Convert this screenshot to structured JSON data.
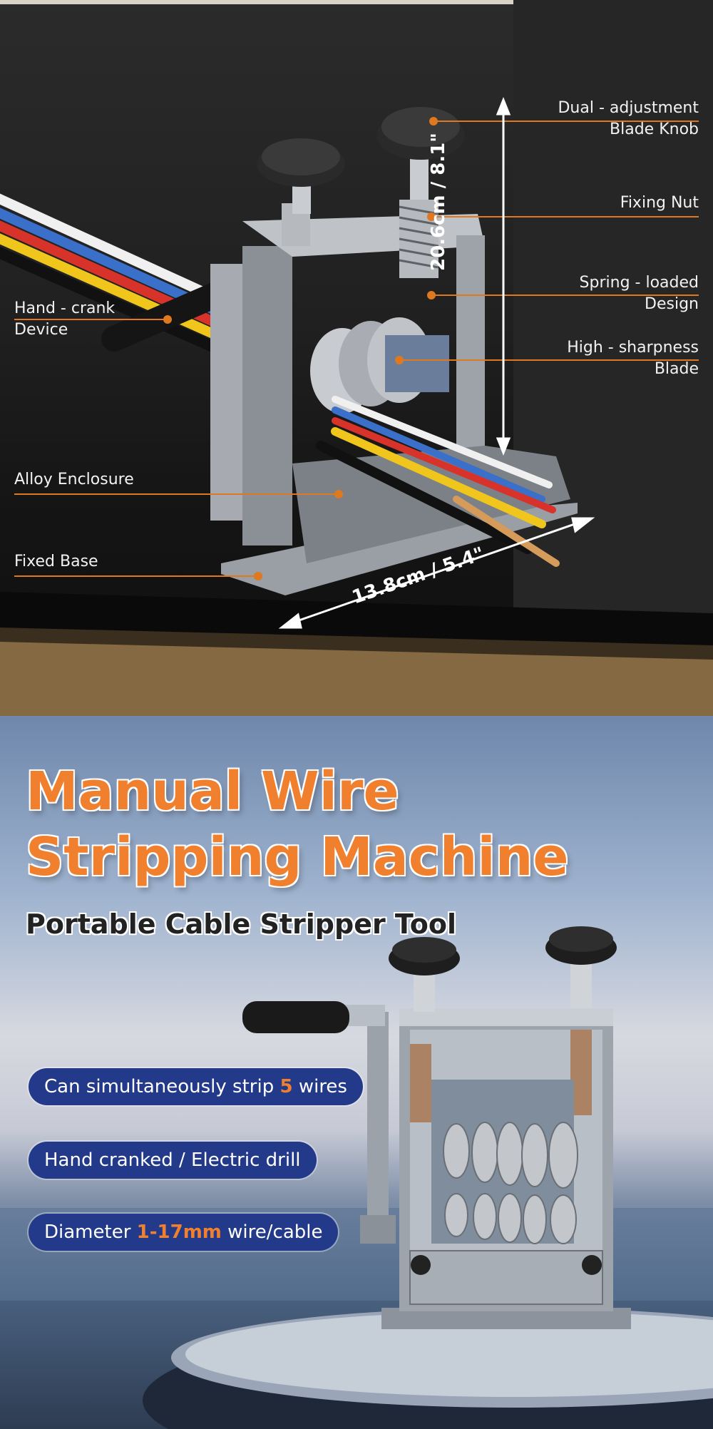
{
  "panel1": {
    "callouts": {
      "knob_line1": "Dual - adjustment",
      "knob_line2": "Blade Knob",
      "fixing_nut": "Fixing Nut",
      "spring_line1": "Spring - loaded",
      "spring_line2": "Design",
      "blade_line1": "High - sharpness",
      "blade_line2": "Blade",
      "crank_line1": "Hand - crank",
      "crank_line2": "Device",
      "enclosure": "Alloy Enclosure",
      "base": "Fixed Base"
    },
    "dimensions": {
      "height": "20.6cm / 8.1\"",
      "width": "13.8cm / 5.4\""
    }
  },
  "panel2": {
    "title": "Manual Wire Stripping Machine",
    "subtitle": "Portable Cable Stripper Tool",
    "features": {
      "f1_pre": "Can simultaneously strip ",
      "f1_hl": "5",
      "f1_post": " wires",
      "f2": "Hand cranked / Electric drill",
      "f3_pre": "Diameter ",
      "f3_hl": "1-17mm",
      "f3_post": " wire/cable"
    }
  },
  "colors": {
    "accent": "#f07f2e",
    "badge": "#233a8a"
  }
}
